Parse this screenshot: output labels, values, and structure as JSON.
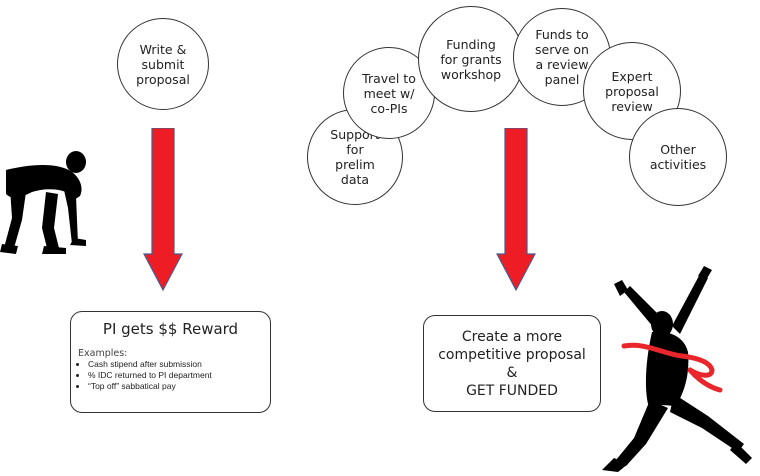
{
  "left": {
    "circle_text": "Write &\nsubmit\nproposal",
    "box": {
      "title": "PI gets $$ Reward",
      "examples_label": "Examples:",
      "examples": [
        "Cash stipend after submission",
        "% IDC returned to PI department",
        "“Top off” sabbatical pay"
      ]
    }
  },
  "right": {
    "circles": [
      "Support\nfor\nprelim\ndata",
      "Travel to\nmeet w/\nco-PIs",
      "Funding\nfor grants\nworkshop",
      "Funds to\nserve on\na review\npanel",
      "Expert\nproposal\nreview",
      "Other\nactivities"
    ],
    "box_lines": [
      "Create a more",
      "competitive proposal",
      "&",
      "GET FUNDED"
    ]
  },
  "colors": {
    "arrow_fill": "#ee1c25",
    "arrow_stroke": "#4a5a8a",
    "silhouette": "#000000",
    "ribbon": "#e8262b"
  },
  "icons": [
    "runner-crouch-silhouette",
    "runner-finish-silhouette"
  ]
}
